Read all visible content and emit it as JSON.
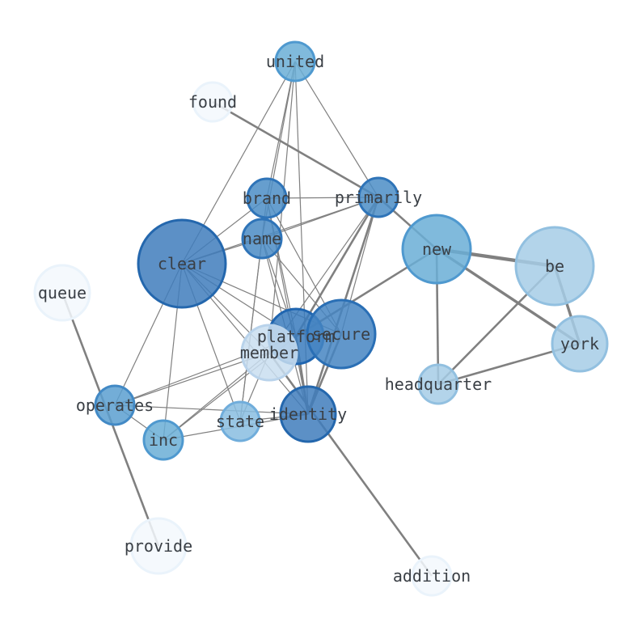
{
  "nodes": [
    {
      "id": "united",
      "label": "united",
      "fill": "#6aaed6",
      "stroke": "#4f99cf"
    },
    {
      "id": "found",
      "label": "found",
      "fill": "#f3f8fd",
      "stroke": "#eaf3fb"
    },
    {
      "id": "brand",
      "label": "brand",
      "fill": "#4b8dc6",
      "stroke": "#2f74b8"
    },
    {
      "id": "primarily",
      "label": "primarily",
      "fill": "#4b8dc6",
      "stroke": "#2f74b8"
    },
    {
      "id": "name",
      "label": "name",
      "fill": "#4a8bc4",
      "stroke": "#2f74b8"
    },
    {
      "id": "clear",
      "label": "clear",
      "fill": "#3f7dbc",
      "stroke": "#2467ad"
    },
    {
      "id": "new",
      "label": "new",
      "fill": "#6aaed6",
      "stroke": "#4f99cf"
    },
    {
      "id": "be",
      "label": "be",
      "fill": "#a6cde6",
      "stroke": "#92c0e0"
    },
    {
      "id": "queue",
      "label": "queue",
      "fill": "#f3f8fd",
      "stroke": "#eaf3fb"
    },
    {
      "id": "platform",
      "label": "platform",
      "fill": "#3a7bbd",
      "stroke": "#1f65b0"
    },
    {
      "id": "secure",
      "label": "secure",
      "fill": "#4585c2",
      "stroke": "#2a6fb5"
    },
    {
      "id": "member",
      "label": "member",
      "fill": "#c9def0",
      "stroke": "#b9d3eb"
    },
    {
      "id": "york",
      "label": "york",
      "fill": "#a6cde6",
      "stroke": "#92c0e0"
    },
    {
      "id": "headquarter",
      "label": "headquarter",
      "fill": "#a6cde6",
      "stroke": "#92c0e0"
    },
    {
      "id": "operates",
      "label": "operates",
      "fill": "#5b9fd0",
      "stroke": "#4289c5"
    },
    {
      "id": "identity",
      "label": "identity",
      "fill": "#3f7dbc",
      "stroke": "#2467ad"
    },
    {
      "id": "state",
      "label": "state",
      "fill": "#88bde0",
      "stroke": "#70addb"
    },
    {
      "id": "inc",
      "label": "inc",
      "fill": "#6aaed6",
      "stroke": "#4f99cf"
    },
    {
      "id": "provide",
      "label": "provide",
      "fill": "#f3f8fd",
      "stroke": "#eaf3fb"
    },
    {
      "id": "addition",
      "label": "addition",
      "fill": "#f3f8fd",
      "stroke": "#eaf3fb"
    }
  ],
  "edges": [
    {
      "source": "found",
      "target": "primarily",
      "weight": 2
    },
    {
      "source": "queue",
      "target": "provide",
      "weight": 2
    },
    {
      "source": "member",
      "target": "addition",
      "weight": 2
    },
    {
      "source": "new",
      "target": "be",
      "weight": 4
    },
    {
      "source": "new",
      "target": "york",
      "weight": 3
    },
    {
      "source": "be",
      "target": "york",
      "weight": 3
    },
    {
      "source": "new",
      "target": "headquarter",
      "weight": 2
    },
    {
      "source": "be",
      "target": "headquarter",
      "weight": 2
    },
    {
      "source": "york",
      "target": "headquarter",
      "weight": 2
    },
    {
      "source": "primarily",
      "target": "new",
      "weight": 2
    },
    {
      "source": "new",
      "target": "platform",
      "weight": 2
    },
    {
      "source": "united",
      "target": "brand",
      "weight": 1
    },
    {
      "source": "united",
      "target": "name",
      "weight": 1
    },
    {
      "source": "united",
      "target": "clear",
      "weight": 1
    },
    {
      "source": "united",
      "target": "primarily",
      "weight": 1
    },
    {
      "source": "united",
      "target": "member",
      "weight": 1
    },
    {
      "source": "united",
      "target": "identity",
      "weight": 1
    },
    {
      "source": "brand",
      "target": "primarily",
      "weight": 1
    },
    {
      "source": "brand",
      "target": "clear",
      "weight": 1
    },
    {
      "source": "brand",
      "target": "platform",
      "weight": 1
    },
    {
      "source": "brand",
      "target": "identity",
      "weight": 1
    },
    {
      "source": "brand",
      "target": "secure",
      "weight": 1
    },
    {
      "source": "brand",
      "target": "state",
      "weight": 1
    },
    {
      "source": "primarily",
      "target": "clear",
      "weight": 1
    },
    {
      "source": "primarily",
      "target": "platform",
      "weight": 2
    },
    {
      "source": "primarily",
      "target": "secure",
      "weight": 1
    },
    {
      "source": "primarily",
      "target": "identity",
      "weight": 2
    },
    {
      "source": "primarily",
      "target": "member",
      "weight": 1
    },
    {
      "source": "name",
      "target": "clear",
      "weight": 1
    },
    {
      "source": "name",
      "target": "primarily",
      "weight": 1
    },
    {
      "source": "name",
      "target": "platform",
      "weight": 1
    },
    {
      "source": "name",
      "target": "secure",
      "weight": 1
    },
    {
      "source": "name",
      "target": "identity",
      "weight": 1
    },
    {
      "source": "name",
      "target": "state",
      "weight": 1
    },
    {
      "source": "clear",
      "target": "platform",
      "weight": 1
    },
    {
      "source": "clear",
      "target": "secure",
      "weight": 1
    },
    {
      "source": "clear",
      "target": "identity",
      "weight": 1
    },
    {
      "source": "clear",
      "target": "operates",
      "weight": 1
    },
    {
      "source": "clear",
      "target": "inc",
      "weight": 1
    },
    {
      "source": "clear",
      "target": "state",
      "weight": 1
    },
    {
      "source": "clear",
      "target": "member",
      "weight": 1
    },
    {
      "source": "platform",
      "target": "identity",
      "weight": 2
    },
    {
      "source": "secure",
      "target": "identity",
      "weight": 2
    },
    {
      "source": "member",
      "target": "operates",
      "weight": 1
    },
    {
      "source": "member",
      "target": "inc",
      "weight": 1
    },
    {
      "source": "member",
      "target": "state",
      "weight": 1
    },
    {
      "source": "platform",
      "target": "operates",
      "weight": 1
    },
    {
      "source": "platform",
      "target": "inc",
      "weight": 1
    },
    {
      "source": "operates",
      "target": "identity",
      "weight": 1
    },
    {
      "source": "operates",
      "target": "inc",
      "weight": 1
    },
    {
      "source": "inc",
      "target": "identity",
      "weight": 1
    },
    {
      "source": "state",
      "target": "identity",
      "weight": 1
    }
  ]
}
